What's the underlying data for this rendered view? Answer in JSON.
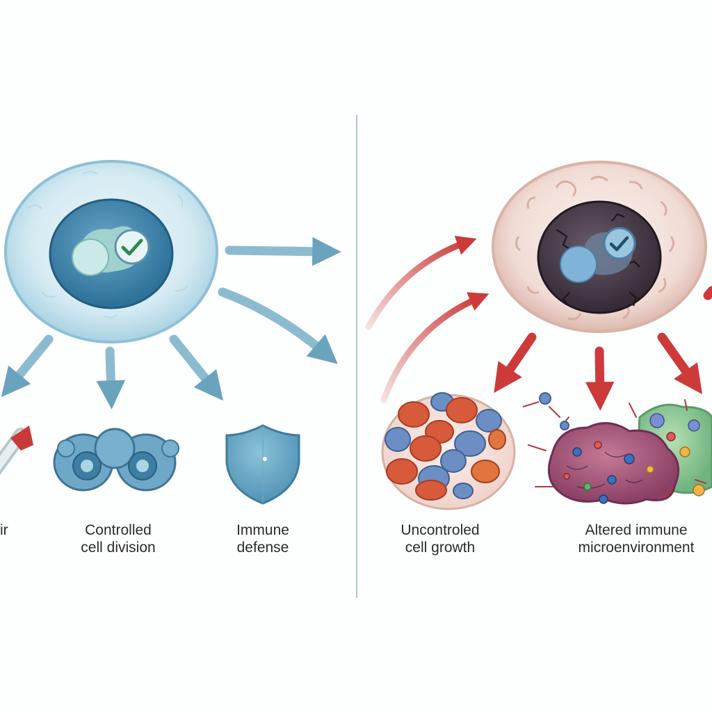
{
  "labels": {
    "repair_fragment": "ir",
    "controlled_division": {
      "line1": "Controlled",
      "line2": "cell division"
    },
    "immune_defense": {
      "line1": "Immune",
      "line2": "defense"
    },
    "uncontrolled_growth": {
      "line1": "Uncontroled",
      "line2": "cell growth"
    },
    "altered_immune": {
      "line1": "Altered immune",
      "line2": "microenvironment"
    }
  },
  "icons": {
    "normal_check": "check-mark-icon",
    "cancer_check": "check-mark-icon",
    "repair": "dna-repair-icon",
    "division": "dividing-cells-icon",
    "defense": "shield-icon",
    "tumor": "tumor-mass-icon",
    "immune_env": "immune-microenvironment-icon"
  },
  "colors": {
    "healthy_arrow": "#7fb0c6",
    "cancer_arrow": "#cc3a3a",
    "healthy_cell": "#cfe6ef",
    "cancer_cell": "#f3e0da",
    "divider": "#a9c6d4"
  }
}
